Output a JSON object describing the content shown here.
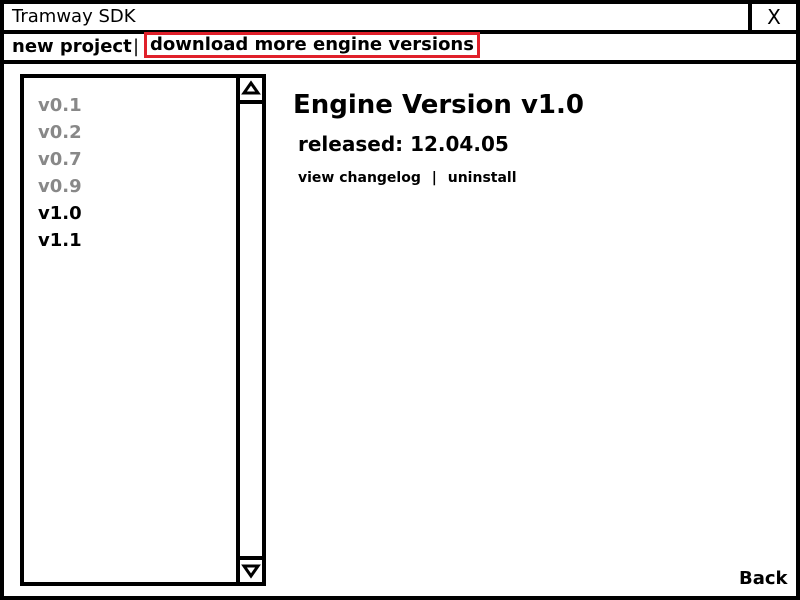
{
  "window": {
    "title": "Tramway SDK",
    "close_label": "X"
  },
  "menu": {
    "new_project": "new project",
    "separator": "|",
    "download_more": "download more engine versions",
    "highlight_color": "#e0202a"
  },
  "versions": {
    "items": [
      {
        "label": "v0.1",
        "state": "not-installed"
      },
      {
        "label": "v0.2",
        "state": "not-installed"
      },
      {
        "label": "v0.7",
        "state": "not-installed"
      },
      {
        "label": "v0.9",
        "state": "not-installed"
      },
      {
        "label": "v1.0",
        "state": "installed"
      },
      {
        "label": "v1.1",
        "state": "installed"
      }
    ],
    "scroll_up_icon": "triangle-up",
    "scroll_down_icon": "triangle-down"
  },
  "detail": {
    "title": "Engine Version v1.0",
    "released": "released: 12.04.05",
    "view_changelog": "view changelog",
    "link_separator": "|",
    "uninstall": "uninstall"
  },
  "footer": {
    "back_label": "Back"
  }
}
